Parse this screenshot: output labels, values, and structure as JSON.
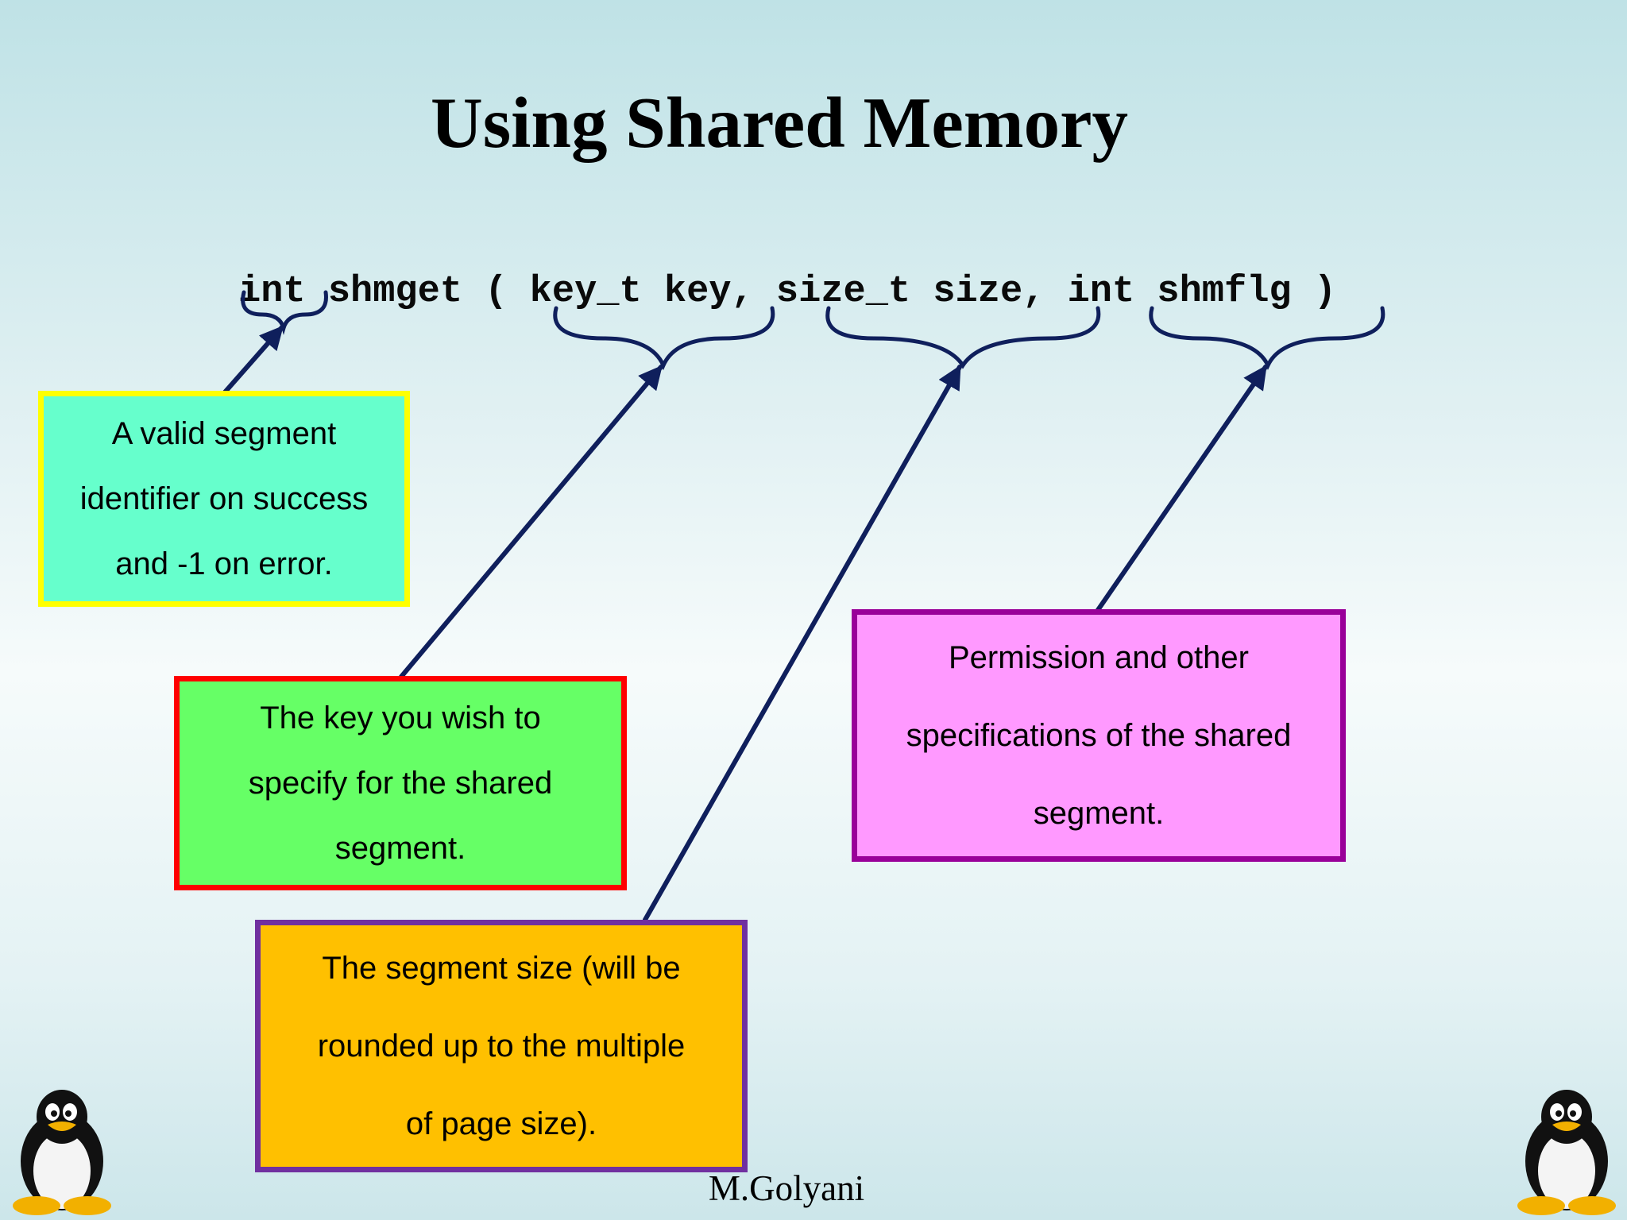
{
  "slide": {
    "title": "Using Shared Memory",
    "signature": "int shmget ( key_t key, size_t size, int shmflg )",
    "author": "M.Golyani"
  },
  "callouts": {
    "return_value": [
      "A valid segment",
      "identifier on success",
      "and -1 on error."
    ],
    "key": [
      "The key you wish to",
      "specify for the shared",
      "segment."
    ],
    "size": [
      "The segment size (will be",
      "rounded up to the multiple",
      "of page size)."
    ],
    "flags": [
      "Permission and other",
      "specifications of the shared",
      "segment."
    ]
  },
  "colors": {
    "arrow": "#0f1f5c",
    "return_fill": "#66ffcc",
    "return_border": "#ffff00",
    "key_fill": "#66ff66",
    "key_border": "#ff0000",
    "size_fill": "#ffc000",
    "size_border": "#7030a0",
    "flags_fill": "#ff99ff",
    "flags_border": "#990099"
  },
  "icons": [
    "tux-penguin-icon",
    "tux-penguin-icon"
  ]
}
